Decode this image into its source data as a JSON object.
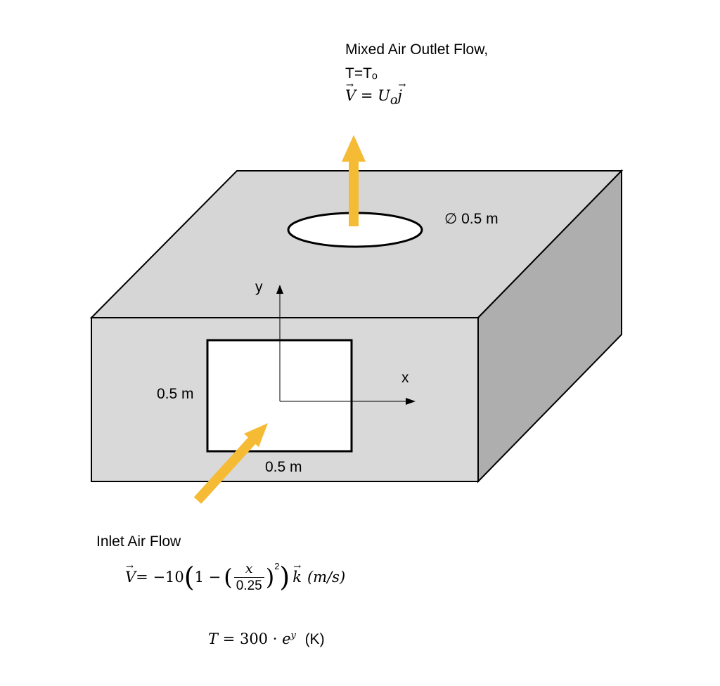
{
  "outlet": {
    "title": "Mixed Air Outlet Flow,",
    "temperature": "T=Tₒ",
    "velocity_lhs": "V",
    "velocity_eq": " = ",
    "velocity_U": "U",
    "velocity_sub": "o",
    "velocity_unit_vec": "j"
  },
  "outlet_diameter": "∅ 0.5 m",
  "axes": {
    "y_label": "y",
    "x_label": "x"
  },
  "inlet_dims": {
    "height": "0.5 m",
    "width": "0.5 m"
  },
  "inlet": {
    "title": "Inlet Air Flow",
    "velocity_lhs": "V",
    "velocity_eq": " = −10",
    "one_minus": "1 −",
    "frac_num": "x",
    "frac_den": "0.25",
    "exponent": "2",
    "unit_vec": "k",
    "units": "(m/s)",
    "temp_lhs": "T",
    "temp_rhs": " = 300 · ",
    "temp_exp_base": "e",
    "temp_exp": "y",
    "temp_unit": "(K)"
  },
  "colors": {
    "box_front": "#d9d9d9",
    "box_top": "#d6d6d6",
    "box_side": "#aeaeae",
    "arrow": "#f5bb35",
    "outline": "#000000"
  }
}
